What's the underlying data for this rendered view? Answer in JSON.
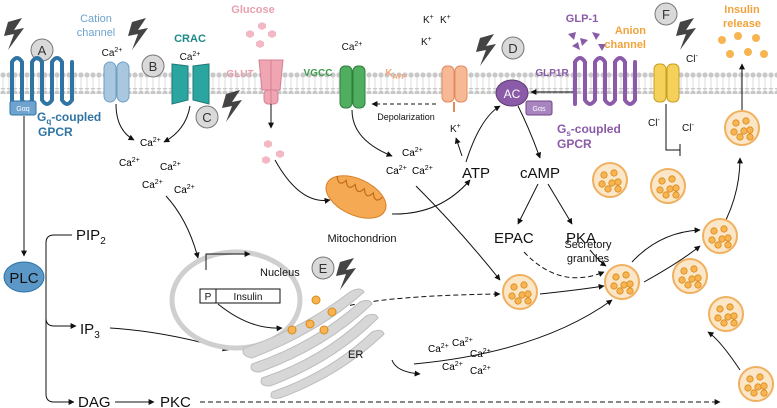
{
  "colors": {
    "gpcr_q": "#2f74a3",
    "cation": "#8fb6d3",
    "crac": "#1f8a87",
    "glucose": "#e9a0ae",
    "glut": "#e9a0ae",
    "vgcc": "#3e9b4f",
    "katp": "#f4a87f",
    "glp1": "#8b5aa8",
    "anion": "#f1c232",
    "insulin": "#f2a23a",
    "plc": "#5b98c7",
    "membrane_head": "#c9c9c9",
    "granule_fill": "#fbe7c8",
    "granule_stroke": "#f0b060"
  },
  "markers": {
    "A": "A",
    "B": "B",
    "C": "C",
    "D": "D",
    "E": "E",
    "F": "F"
  },
  "labels": {
    "cation_channel_1": "Cation",
    "cation_channel_2": "channel",
    "cation_ca": "Ca",
    "crac": "CRAC",
    "crac_ca": "Ca",
    "glucose": "Glucose",
    "glut": "GLUT",
    "vgcc": "VGCC",
    "vgcc_ca": "Ca",
    "katp_k": "K",
    "katp_sub": "ATP",
    "k1": "K",
    "k2": "K",
    "k3": "K",
    "k4": "K",
    "depolarization": "Depolarization",
    "ac": "AC",
    "glp1r": "GLP1R",
    "glp1": "GLP-1",
    "gs_box": "Gαs",
    "gs_coupled_1": "G",
    "gs_coupled_sub": "s",
    "gs_coupled_2": "-coupled",
    "gs_gpcr": "GPCR",
    "anion_1": "Anion",
    "anion_2": "channel",
    "cl1": "Cl",
    "cl2": "Cl",
    "cl3": "Cl",
    "insulin_release_1": "Insulin",
    "insulin_release_2": "release",
    "gq_box": "Gαq",
    "gq_coupled_1": "G",
    "gq_coupled_sub": "q",
    "gq_coupled_2": "-coupled",
    "gq_gpcr": "GPCR",
    "plc": "PLC",
    "pip2": "PIP",
    "pip2_sub": "2",
    "ip3": "IP",
    "ip3_sub": "3",
    "dag": "DAG",
    "pkc": "PKC",
    "mitochondrion": "Mitochondrion",
    "atp": "ATP",
    "atp_k": "K",
    "camp": "cAMP",
    "epac": "EPAC",
    "pka": "PKA",
    "secretory_1": "Secretory",
    "secretory_2": "granules",
    "nucleus": "Nucleus",
    "gene_p": "P",
    "gene_insulin": "Insulin",
    "er": "ER",
    "ca": "Ca",
    "sup_2plus": "2+",
    "sup_plus": "+",
    "sup_minus": "-"
  }
}
